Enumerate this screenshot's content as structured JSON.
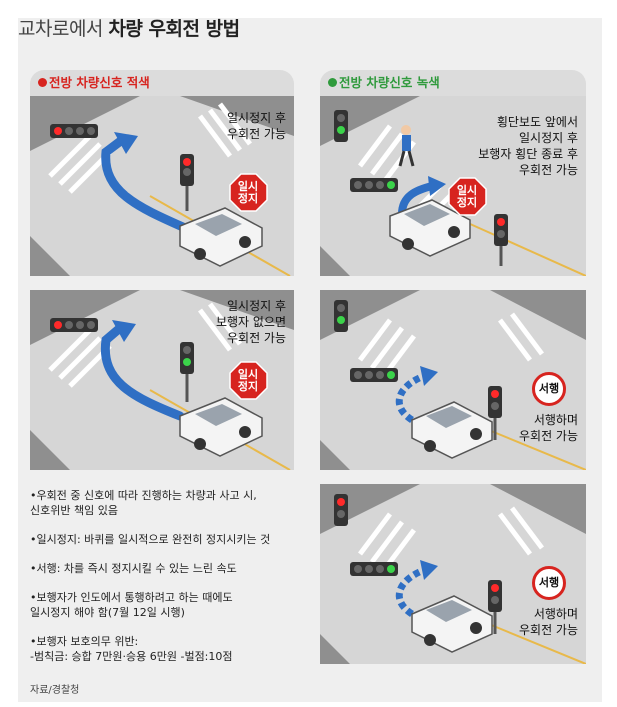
{
  "title": {
    "prefix": "교차로에서",
    "main": "차량 우회전 방법"
  },
  "sections": {
    "red": {
      "label": "전방 차량신호 적색"
    },
    "green": {
      "label": "전방 차량신호 녹색"
    }
  },
  "panels": {
    "p1": {
      "caption": [
        "일시정지 후",
        "우회전 가능"
      ],
      "sign": [
        "일시",
        "정지"
      ]
    },
    "p2": {
      "caption": [
        "일시정지 후",
        "보행자 없으면",
        "우회전 가능"
      ],
      "sign": [
        "일시",
        "정지"
      ]
    },
    "p3": {
      "caption": [
        "횡단보도 앞에서",
        "일시정지 후",
        "보행자 횡단 종료 후",
        "우회전 가능"
      ],
      "sign": [
        "일시",
        "정지"
      ]
    },
    "p4": {
      "caption": [
        "서행하며",
        "우회전 가능"
      ],
      "sign": "서행"
    },
    "p5": {
      "caption": [
        "서행하며",
        "우회전 가능"
      ],
      "sign": "서행"
    }
  },
  "notes": [
    [
      "•우회전 중 신호에 따라 진행하는 차량과 사고 시,",
      "  신호위반 책임 있음"
    ],
    [
      "•일시정지: 바퀴를 일시적으로 완전히 정지시키는 것"
    ],
    [
      "•서행: 차를 즉시 정지시킬 수 있는 느린 속도"
    ],
    [
      "•보행자가 인도에서 통행하려고 하는 때에도",
      "  일시정지 해야 함(7월 12일 시행)"
    ],
    [
      "•보행자 보호의무 위반:",
      "  -범칙금: 승합 7만원·승용 6만원 -벌점:10점"
    ]
  ],
  "source": "자료/경찰청",
  "colors": {
    "red": "#d7241f",
    "green": "#2f9a3c",
    "arrow": "#2f6fc4",
    "road": "#d6d6d6",
    "grass": "#8a8a8a"
  }
}
